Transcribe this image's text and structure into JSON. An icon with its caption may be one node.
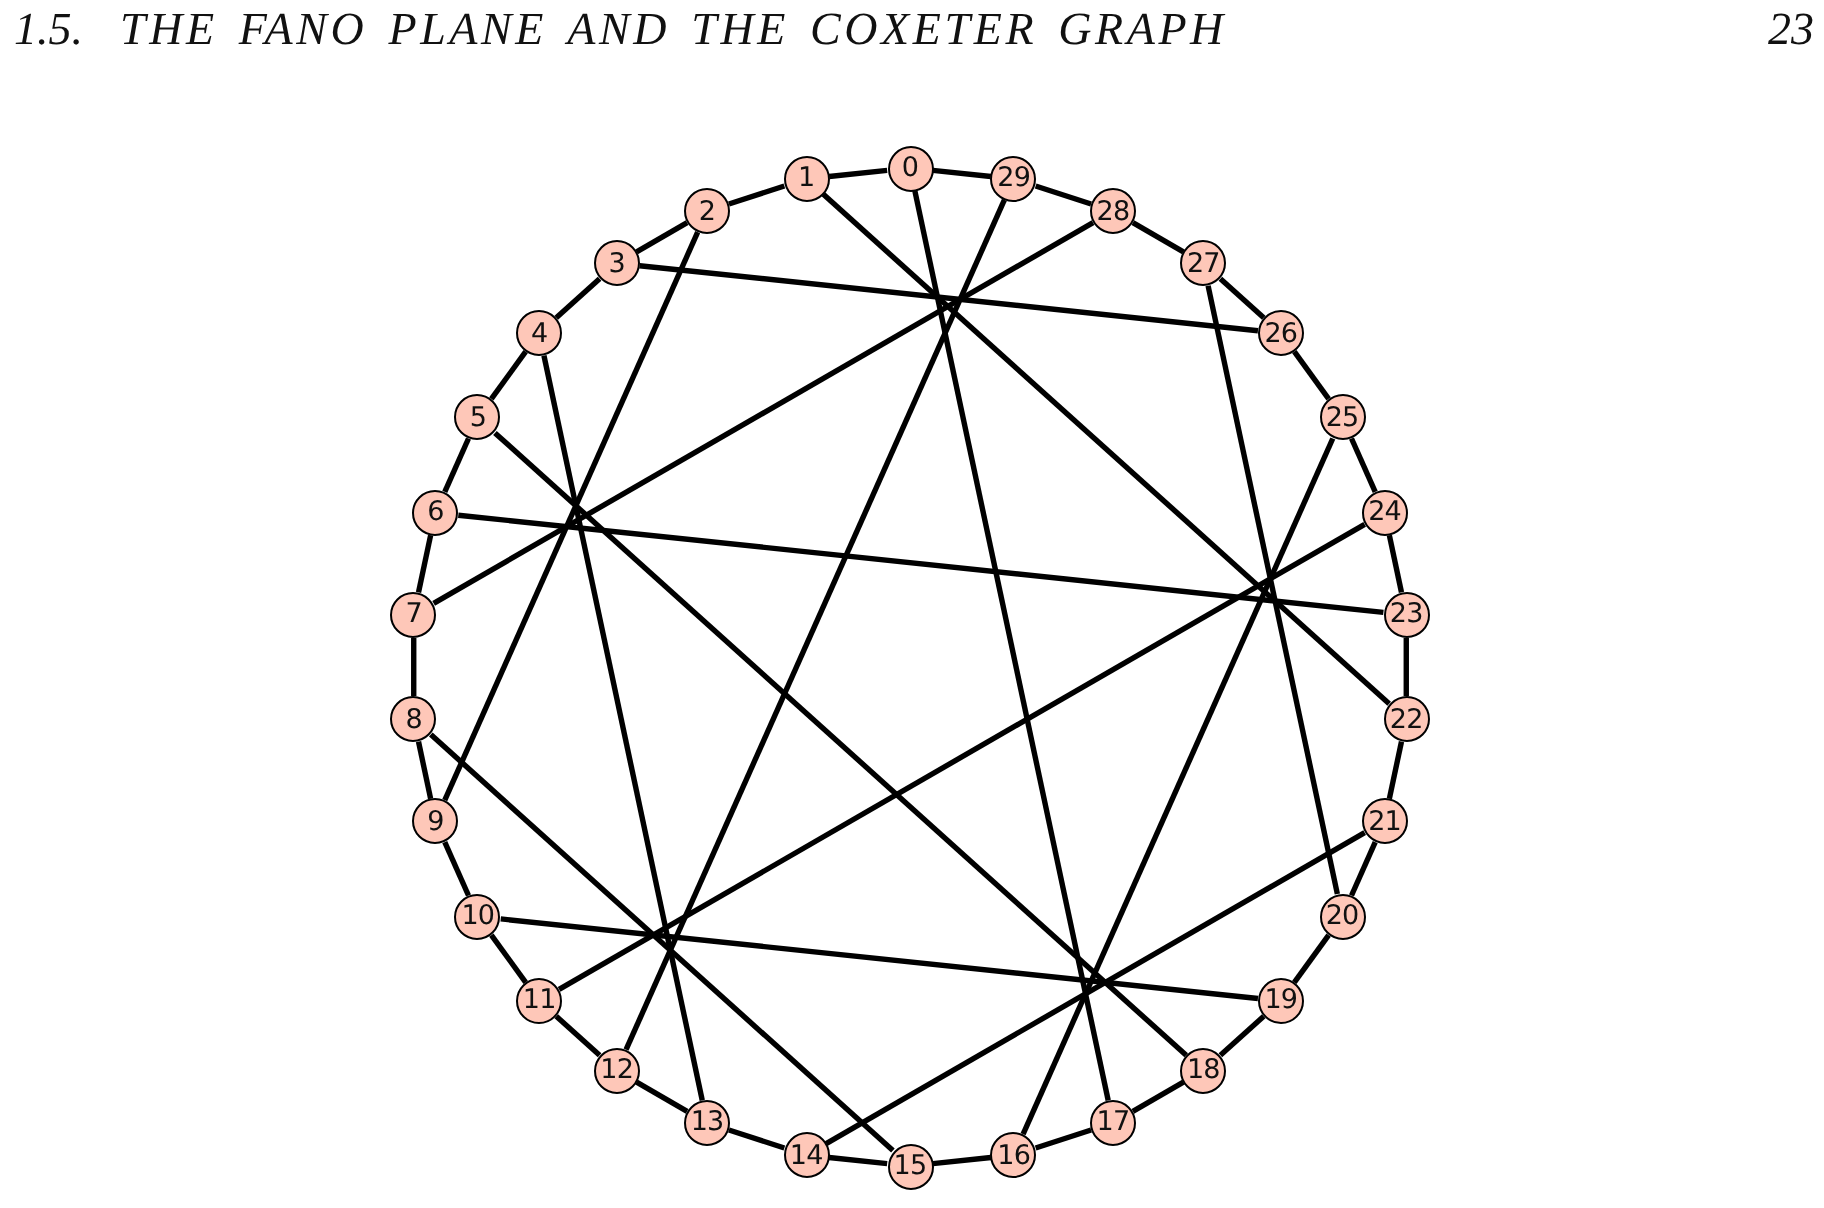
{
  "diagram": {
    "nodes": [
      {
        "text": [
          "0"
        ]
      },
      {
        "text": [
          "1"
        ]
      },
      {
        "text": [
          "2"
        ]
      },
      {
        "text": [
          "3"
        ]
      },
      {
        "text": [
          "4"
        ]
      },
      {
        "text": [
          "5"
        ]
      },
      {
        "text": [
          "6"
        ]
      },
      {
        "text": [
          "7"
        ]
      },
      {
        "text": [
          "8"
        ]
      },
      {
        "text": [
          "9"
        ]
      },
      {
        "text": [
          "10"
        ]
      },
      {
        "text": [
          "11"
        ]
      },
      {
        "text": [
          "12"
        ]
      },
      {
        "text": [
          "13"
        ]
      },
      {
        "text": [
          "14"
        ]
      },
      {
        "text": [
          "15"
        ]
      },
      {
        "text": [
          "16"
        ]
      },
      {
        "text": [
          "17"
        ]
      },
      {
        "text": [
          "18"
        ]
      },
      {
        "text": [
          "19"
        ]
      },
      {
        "text": [
          "20"
        ]
      },
      {
        "text": [
          "21"
        ]
      },
      {
        "text": [
          "22"
        ]
      },
      {
        "text": [
          "23"
        ]
      },
      {
        "text": [
          "24"
        ]
      },
      {
        "text": [
          "25"
        ]
      },
      {
        "text": [
          "26"
        ]
      },
      {
        "text": [
          "27"
        ]
      },
      {
        "text": [
          "28"
        ]
      },
      {
        "text": [
          "29"
        ]
      }
    ],
    "edges": [
      {
        "from": 0,
        "to": 1,
        "arrow": "none"
      },
      {
        "from": 1,
        "to": 2,
        "arrow": "none"
      },
      {
        "from": 2,
        "to": 3,
        "arrow": "none"
      },
      {
        "from": 3,
        "to": 4,
        "arrow": "none"
      },
      {
        "from": 4,
        "to": 5,
        "arrow": "none"
      },
      {
        "from": 5,
        "to": 6,
        "arrow": "none"
      },
      {
        "from": 6,
        "to": 7,
        "arrow": "none"
      },
      {
        "from": 7,
        "to": 8,
        "arrow": "none"
      },
      {
        "from": 8,
        "to": 9,
        "arrow": "none"
      },
      {
        "from": 9,
        "to": 10,
        "arrow": "none"
      },
      {
        "from": 10,
        "to": 11,
        "arrow": "none"
      },
      {
        "from": 11,
        "to": 12,
        "arrow": "none"
      },
      {
        "from": 12,
        "to": 13,
        "arrow": "none"
      },
      {
        "from": 13,
        "to": 14,
        "arrow": "none"
      },
      {
        "from": 14,
        "to": 15,
        "arrow": "none"
      },
      {
        "from": 15,
        "to": 16,
        "arrow": "none"
      },
      {
        "from": 16,
        "to": 17,
        "arrow": "none"
      },
      {
        "from": 17,
        "to": 18,
        "arrow": "none"
      },
      {
        "from": 18,
        "to": 19,
        "arrow": "none"
      },
      {
        "from": 19,
        "to": 20,
        "arrow": "none"
      },
      {
        "from": 20,
        "to": 21,
        "arrow": "none"
      },
      {
        "from": 21,
        "to": 22,
        "arrow": "none"
      },
      {
        "from": 22,
        "to": 23,
        "arrow": "none"
      },
      {
        "from": 23,
        "to": 24,
        "arrow": "none"
      },
      {
        "from": 24,
        "to": 25,
        "arrow": "none"
      },
      {
        "from": 25,
        "to": 26,
        "arrow": "none"
      },
      {
        "from": 26,
        "to": 27,
        "arrow": "none"
      },
      {
        "from": 27,
        "to": 28,
        "arrow": "none"
      },
      {
        "from": 28,
        "to": 29,
        "arrow": "none"
      },
      {
        "from": 29,
        "to": 0,
        "arrow": "none"
      },
      {
        "from": 0,
        "to": 17,
        "arrow": "none"
      },
      {
        "from": 1,
        "to": 22,
        "arrow": "none"
      },
      {
        "from": 2,
        "to": 9,
        "arrow": "none"
      },
      {
        "from": 3,
        "to": 26,
        "arrow": "none"
      },
      {
        "from": 4,
        "to": 13,
        "arrow": "none"
      },
      {
        "from": 5,
        "to": 18,
        "arrow": "none"
      },
      {
        "from": 6,
        "to": 23,
        "arrow": "none"
      },
      {
        "from": 7,
        "to": 28,
        "arrow": "none"
      },
      {
        "from": 8,
        "to": 15,
        "arrow": "none"
      },
      {
        "from": 10,
        "to": 19,
        "arrow": "none"
      },
      {
        "from": 11,
        "to": 24,
        "arrow": "none"
      },
      {
        "from": 12,
        "to": 29,
        "arrow": "none"
      },
      {
        "from": 14,
        "to": 21,
        "arrow": "none"
      },
      {
        "from": 16,
        "to": 25,
        "arrow": "none"
      },
      {
        "from": 20,
        "to": 27,
        "arrow": "none"
      }
    ],
    "labels": [
      "1.5.",
      "THE FANO PLANE AND THE COXETER GRAPH",
      "23"
    ]
  }
}
